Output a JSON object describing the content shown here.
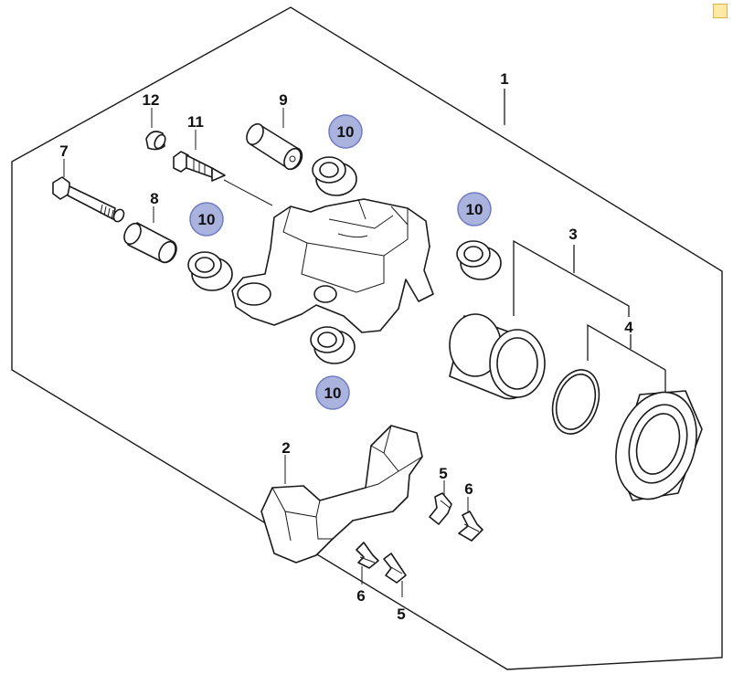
{
  "labels": {
    "p1": "1",
    "p2": "2",
    "p3": "3",
    "p4": "4",
    "p5a": "5",
    "p5b": "5",
    "p6a": "6",
    "p6b": "6",
    "p7": "7",
    "p8": "8",
    "p9": "9",
    "p11": "11",
    "p12": "12"
  },
  "badges": {
    "b1": "10",
    "b2": "10",
    "b3": "10",
    "b4": "10"
  },
  "colors": {
    "badge_fill": "#a9b3de",
    "line": "#1a1a1a",
    "note": "#ffe9a6"
  }
}
